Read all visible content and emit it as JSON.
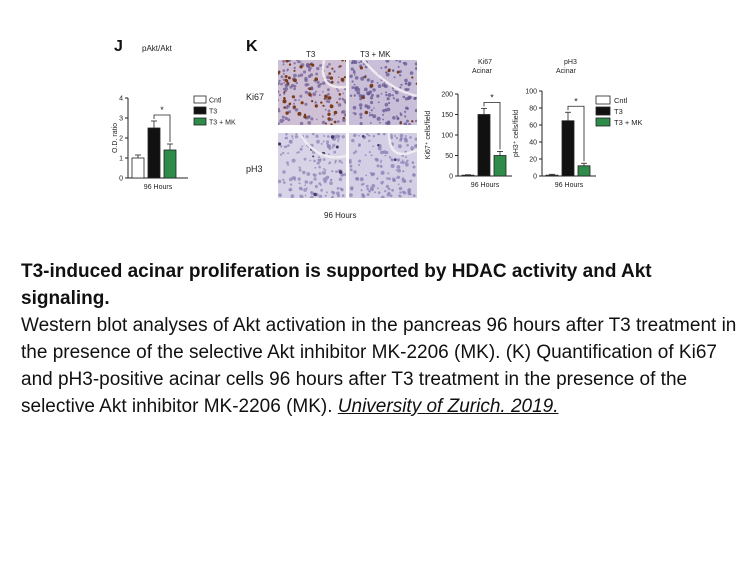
{
  "panels": {
    "j": {
      "letter": "J",
      "chart_data": {
        "type": "bar",
        "title": "pAkt/Akt",
        "ylabel": "O.D. ratio",
        "xlabel": "96 Hours",
        "categories": [
          "Cntl",
          "T3",
          "T3 + MK"
        ],
        "values": [
          1.0,
          2.5,
          1.4
        ],
        "errors": [
          0.15,
          0.35,
          0.3
        ],
        "colors": [
          "#ffffff",
          "#111111",
          "#2e8b4a"
        ],
        "ylim": [
          0,
          4
        ],
        "yticks": [
          "0",
          "1",
          "2",
          "3",
          "4"
        ],
        "significance": "*"
      }
    },
    "k": {
      "letter": "K",
      "col_labels": [
        "T3",
        "T3 + MK"
      ],
      "row_labels": [
        "Ki67",
        "pH3"
      ],
      "micro_xlabel": "96 Hours",
      "ki67_chart": {
        "chart_data": {
          "type": "bar",
          "title": "Ki67",
          "subtitle": "Acinar",
          "ylabel": "Ki67⁺ cells/field",
          "xlabel": "96 Hours",
          "categories": [
            "Cntl",
            "T3",
            "T3 + MK"
          ],
          "values": [
            2,
            150,
            50
          ],
          "errors": [
            1,
            15,
            10
          ],
          "colors": [
            "#ffffff",
            "#111111",
            "#2e8b4a"
          ],
          "ylim": [
            0,
            200
          ],
          "yticks": [
            "0",
            "50",
            "100",
            "150",
            "200"
          ],
          "significance": "*"
        }
      },
      "ph3_chart": {
        "chart_data": {
          "type": "bar",
          "title": "pH3",
          "subtitle": "Acinar",
          "ylabel": "pH3⁺ cells/field",
          "xlabel": "96 Hours",
          "categories": [
            "Cntl",
            "T3",
            "T3 + MK"
          ],
          "values": [
            1,
            65,
            12
          ],
          "errors": [
            1,
            10,
            3
          ],
          "colors": [
            "#ffffff",
            "#111111",
            "#2e8b4a"
          ],
          "ylim": [
            0,
            100
          ],
          "yticks": [
            "0",
            "20",
            "40",
            "60",
            "80",
            "100"
          ],
          "significance": "*"
        }
      },
      "legend": [
        "Cntl",
        "T3",
        "T3 + MK"
      ]
    }
  },
  "caption": {
    "title": "T3-induced acinar proliferation is supported by HDAC activity and Akt signaling.",
    "body": "Western blot analyses of Akt activation in the pancreas 96 hours after T3 treatment in the presence of the selective Akt inhibitor MK-2206 (MK). (K) Quantification of Ki67 and pH3-positive acinar cells 96 hours after T3 treatment in the presence of the selective Akt inhibitor MK-2206 (MK).",
    "source": "University of Zurich. 2019."
  }
}
